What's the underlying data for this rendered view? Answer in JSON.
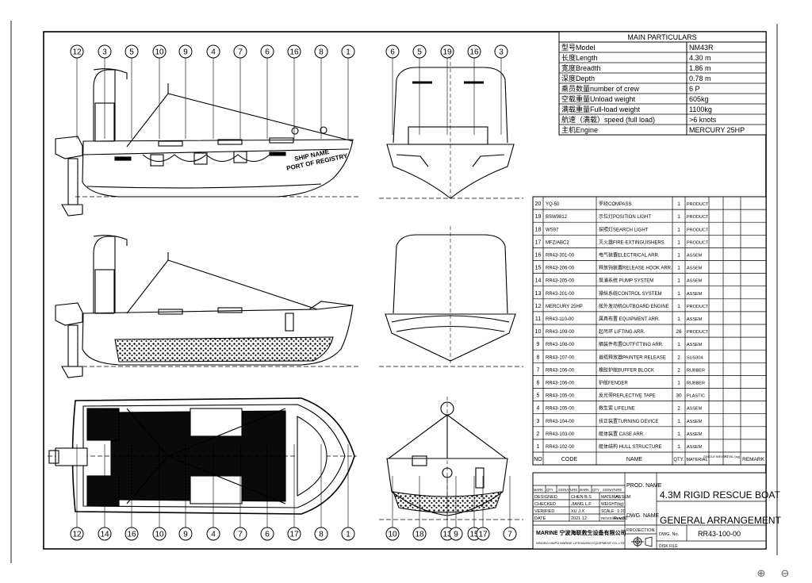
{
  "main_particulars": {
    "title": "MAIN PARTICULARS",
    "rows": [
      {
        "label": "型号Model",
        "value": "NM43R"
      },
      {
        "label": "长度Length",
        "value": "4.30 m"
      },
      {
        "label": "宽度Breadth",
        "value": "1.86 m"
      },
      {
        "label": "深度Depth",
        "value": "0.78 m"
      },
      {
        "label": "乘员数量number of crew",
        "value": "6 P"
      },
      {
        "label": "空载重量Unload weight",
        "value": "605kg"
      },
      {
        "label": "满载重量Full-load weight",
        "value": "1100kg"
      },
      {
        "label": "航速（满载）speed (full load)",
        "value": ">6 knots"
      },
      {
        "label": "主机Engine",
        "value": "MERCURY 25HP"
      }
    ]
  },
  "parts_list": {
    "rows": [
      {
        "no": "20",
        "code": "YQ-50",
        "name": "罗经COMPASS",
        "qty": "1",
        "material": "PRODUCT"
      },
      {
        "no": "19",
        "code": "BSW9812",
        "name": "示位灯POSITION LIGHT",
        "qty": "1",
        "material": "PRODUCT"
      },
      {
        "no": "18",
        "code": "WS97",
        "name": "探照灯SEARCH LIGHT",
        "qty": "1",
        "material": "PRODUCT"
      },
      {
        "no": "17",
        "code": "MFZ/ABC2",
        "name": "灭火器FIRE-EXTINGUISHERS",
        "qty": "1",
        "material": "PRODUCT"
      },
      {
        "no": "16",
        "code": "RR43-301-00",
        "name": "电气装置ELECTRICAL ARR.",
        "qty": "1",
        "material": "ASSEM"
      },
      {
        "no": "15",
        "code": "RR43-206-00",
        "name": "释放钩装置RELEASE HOOK ARR.",
        "qty": "1",
        "material": "ASSEM"
      },
      {
        "no": "14",
        "code": "RR43-205-00",
        "name": "泵浦系统 PUMP SYSTEM",
        "qty": "1",
        "material": "ASSEM"
      },
      {
        "no": "13",
        "code": "RR43-201-00",
        "name": "操纵系统CONTROL SYSTEM",
        "qty": "1",
        "material": "ASSEM"
      },
      {
        "no": "12",
        "code": "MERCURY 25HP",
        "name": "舷外发动机OUTBOARD ENGINE",
        "qty": "1",
        "material": "PRODUCT"
      },
      {
        "no": "11",
        "code": "RR43-110-00",
        "name": "属具布置 EQUIPMENT ARR.",
        "qty": "1",
        "material": "ASSEM"
      },
      {
        "no": "10",
        "code": "RR43-109-00",
        "name": "起吊环 LIFTING ARR.",
        "qty": "26",
        "material": "PRODUCT"
      },
      {
        "no": "9",
        "code": "RR43-108-00",
        "name": "舾装件布置OUTFITTING ARR.",
        "qty": "1",
        "material": "ASSEM"
      },
      {
        "no": "8",
        "code": "RR43-107-00",
        "name": "首缆释放器PAINTER RELEASE",
        "qty": "2",
        "material": "SUS304"
      },
      {
        "no": "7",
        "code": "RR43-106-00",
        "name": "橡胶护舷BUFFER BLOCK",
        "qty": "2",
        "material": "RUBBER"
      },
      {
        "no": "6",
        "code": "RR43-106-00",
        "name": "护舷FENDER",
        "qty": "1",
        "material": "RUBBER"
      },
      {
        "no": "5",
        "code": "RR43-105-00",
        "name": "反光带REFLECTIVE TAPE",
        "qty": "30",
        "material": "PLASTIC"
      },
      {
        "no": "4",
        "code": "RR43-105-00",
        "name": "救生索 LIFELINE",
        "qty": "2",
        "material": "ASSEM"
      },
      {
        "no": "3",
        "code": "RR43-104-00",
        "name": "扶正装置TURNING DEVICE",
        "qty": "1",
        "material": "ASSEM"
      },
      {
        "no": "2",
        "code": "RR43-103-00",
        "name": "艇体装置 CASE ARR.",
        "qty": "1",
        "material": "ASSEM"
      },
      {
        "no": "1",
        "code": "RR43-102-00",
        "name": "艇体结构 HULL STRUCTURE",
        "qty": "1",
        "material": "ASSEM"
      }
    ],
    "header": {
      "no": "NO",
      "code": "CODE",
      "name": "NAME",
      "qty": "QTY.",
      "material": "MATERIAL",
      "single": "SINGLE WEIGHT",
      "total": "TOTAL (kg)",
      "remark": "REMARK"
    }
  },
  "title_block": {
    "sig_header": [
      "MARK",
      "QTY",
      "SIGNATURE",
      "MARK",
      "QTY",
      "SIGNATURE"
    ],
    "designed": {
      "label": "DESIGNED",
      "name": "CHEN B.S",
      "k": "MATERIAL",
      "v": "ASSEM"
    },
    "checked": {
      "label": "CHECKED",
      "name": "JIANG L.F",
      "k": "WEIGHT(kg)",
      "v": ""
    },
    "verified": {
      "label": "VERIFIED",
      "name": "XU J.X",
      "k": "SCALE",
      "v": "1:20"
    },
    "date": {
      "label": "DATE",
      "name": "2021.12",
      "k": "REVISION NO.",
      "v": "Rev.00"
    },
    "company": "MARINE 宁波海联救生设备有限公司",
    "company_en": "NINGBO HAIPU MARINE LIFESAVING EQUIPMENT CO.,LTD",
    "prod_name_label": "PROD. NAME",
    "prod_name": "4.3M RIGID RESCUE BOAT",
    "dwg_name_label": "DWG. NAME",
    "dwg_name": "GENERAL ARRANGEMENT",
    "projection_label": "PROJECTION",
    "dwg_no_label": "DWG. No.",
    "dwg_no": "RR43-100-00",
    "disk_file_label": "DISK FILE"
  },
  "balloons": {
    "top_side": [
      "12",
      "3",
      "5",
      "10",
      "9",
      "4",
      "7",
      "6",
      "16",
      "8",
      "1"
    ],
    "top_front": [
      "6",
      "5",
      "19",
      "16",
      "3"
    ],
    "bottom_plan": [
      "12",
      "14",
      "16",
      "10",
      "9",
      "4",
      "7",
      "6",
      "17",
      "8",
      "1"
    ],
    "bottom_rear": [
      "10",
      "18",
      "13",
      "9",
      "15",
      "17",
      "7"
    ]
  },
  "hull_text": {
    "ship_name": "SHIP NAME",
    "port": "PORT OF REGISTRY"
  },
  "viewer": {
    "zoom_in": "⊕",
    "zoom_out": "⊖"
  }
}
